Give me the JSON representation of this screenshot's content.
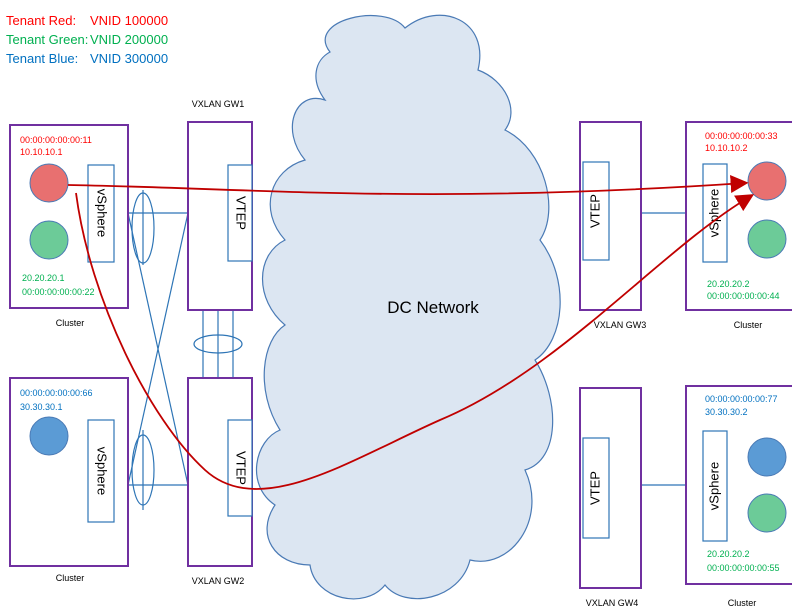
{
  "legend": [
    {
      "tenant": "Tenant Red:",
      "vnid": "VNID 100000",
      "color": "#ff0000"
    },
    {
      "tenant": "Tenant Green:",
      "vnid": "VNID 200000",
      "color": "#00b050"
    },
    {
      "tenant": "Tenant Blue:",
      "vnid": "VNID 300000",
      "color": "#0070c0"
    }
  ],
  "network": {
    "label": "DC Network"
  },
  "gateways": {
    "gw1": {
      "label": "VXLAN GW1",
      "vtep": "VTEP"
    },
    "gw2": {
      "label": "VXLAN GW2",
      "vtep": "VTEP"
    },
    "gw3": {
      "label": "VXLAN GW3",
      "vtep": "VTEP"
    },
    "gw4": {
      "label": "VXLAN GW4",
      "vtep": "VTEP"
    }
  },
  "clusters": {
    "c1": {
      "label": "Cluster",
      "hypervisor": "vSphere",
      "mac_top": "00:00:00:00:00:11",
      "ip_top": "10.10.10.1",
      "ip_bottom": "20.20.20.1",
      "mac_bottom": "00:00:00:00:00:22"
    },
    "c2": {
      "label": "Cluster",
      "hypervisor": "vSphere",
      "mac_top": "00:00:00:00:00:66",
      "ip_top": "30.30.30.1"
    },
    "c3": {
      "label": "Cluster",
      "hypervisor": "vSphere",
      "mac_top": "00:00:00:00:00:33",
      "ip_top": "10.10.10.2",
      "ip_bottom": "20.20.20.2",
      "mac_bottom": "00:00:00:00:00:44"
    },
    "c4": {
      "label": "Cluster",
      "hypervisor": "vSphere",
      "mac_top": "00:00:00:00:00:77",
      "ip_top": "30.30.30.2",
      "ip_bottom": "20.20.20.2",
      "mac_bottom": "00:00:00:00:00:55"
    }
  },
  "colors": {
    "cluster_border": "#7030a0",
    "link": "#2e75b6",
    "path": "#c00000",
    "vm_red": "#e87070",
    "vm_green": "#6ccb98",
    "vm_blue": "#5b9bd5",
    "cloud_stroke": "#4a7ab5",
    "cloud_fill": "#dce6f2"
  }
}
